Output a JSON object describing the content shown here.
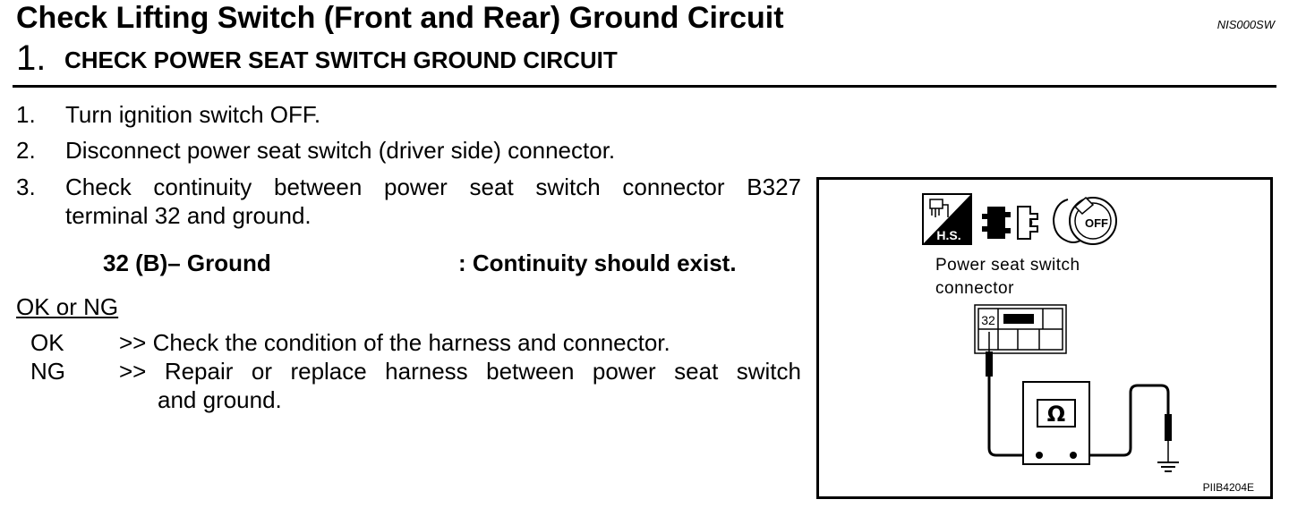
{
  "header": {
    "title": "Check Lifting Switch (Front and Rear) Ground Circuit",
    "doc_code": "NIS000SW"
  },
  "step": {
    "number": "1.",
    "title": "CHECK POWER SEAT SWITCH GROUND CIRCUIT"
  },
  "instructions": [
    {
      "num": "1.",
      "text": "Turn ignition switch OFF."
    },
    {
      "num": "2.",
      "text": "Disconnect power seat switch (driver side) connector."
    },
    {
      "num": "3.",
      "line1": "Check continuity between power seat switch connector B327",
      "line2": "terminal 32 and ground."
    }
  ],
  "spec": {
    "left": "32 (B)– Ground",
    "right": ": Continuity should exist."
  },
  "result": {
    "heading": "OK or NG",
    "ok_label": "OK",
    "ok_text": ">> Check the condition of the harness and connector.",
    "ng_label": "NG",
    "ng_line1": ">> Repair or replace harness between power seat switch",
    "ng_line2": "and ground."
  },
  "figure": {
    "label_line1": "Power seat switch",
    "label_line2": "connector",
    "terminal": "32",
    "meter_symbol": "Ω",
    "badge_text": "H.S.",
    "off_text": "OFF",
    "figure_code": "PIIB4204E",
    "icons": [
      "harness-icon",
      "connector-disconnect-icon",
      "ignition-off-icon"
    ]
  }
}
